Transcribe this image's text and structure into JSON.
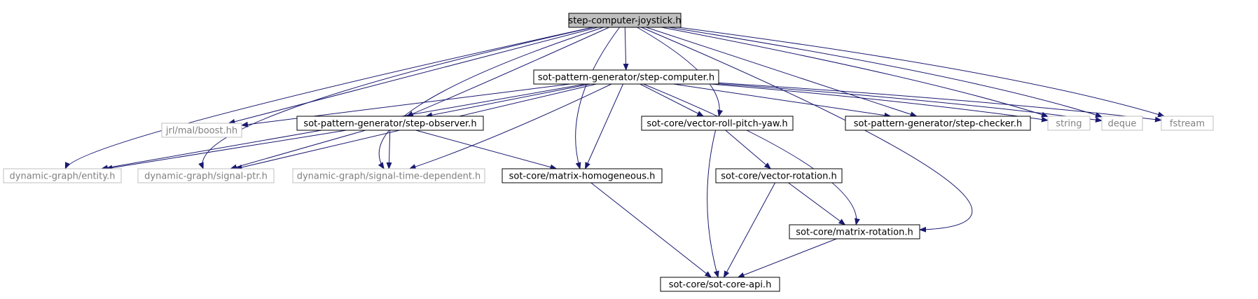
{
  "colors": {
    "edge": "#191970",
    "node_border_dark": "#000000",
    "node_border_light": "#bfbfbf",
    "node_text_light": "#808080",
    "root_fill": "#bfbfbf",
    "node_fill": "#ffffff"
  },
  "nodes": [
    {
      "id": "root",
      "label": "step-computer-joystick.h",
      "style": "root"
    },
    {
      "id": "stepcomputer",
      "label": "sot-pattern-generator/step-computer.h",
      "style": "dark"
    },
    {
      "id": "boost",
      "label": "jrl/mal/boost.hh",
      "style": "light"
    },
    {
      "id": "stepobserver",
      "label": "sot-pattern-generator/step-observer.h",
      "style": "dark"
    },
    {
      "id": "vrpy",
      "label": "sot-core/vector-roll-pitch-yaw.h",
      "style": "dark"
    },
    {
      "id": "stepchecker",
      "label": "sot-pattern-generator/step-checker.h",
      "style": "dark"
    },
    {
      "id": "string",
      "label": "string",
      "style": "light"
    },
    {
      "id": "deque",
      "label": "deque",
      "style": "light"
    },
    {
      "id": "fstream",
      "label": "fstream",
      "style": "light"
    },
    {
      "id": "entity",
      "label": "dynamic-graph/entity.h",
      "style": "light"
    },
    {
      "id": "signalptr",
      "label": "dynamic-graph/signal-ptr.h",
      "style": "light"
    },
    {
      "id": "signaltime",
      "label": "dynamic-graph/signal-time-dependent.h",
      "style": "light"
    },
    {
      "id": "mathomog",
      "label": "sot-core/matrix-homogeneous.h",
      "style": "dark"
    },
    {
      "id": "vrot",
      "label": "sot-core/vector-rotation.h",
      "style": "dark"
    },
    {
      "id": "matrot",
      "label": "sot-core/matrix-rotation.h",
      "style": "dark"
    },
    {
      "id": "api",
      "label": "sot-core/sot-core-api.h",
      "style": "dark"
    }
  ],
  "edges": [
    {
      "from": "root",
      "to": "stepcomputer"
    },
    {
      "from": "root",
      "to": "boost"
    },
    {
      "from": "root",
      "to": "stepobserver"
    },
    {
      "from": "root",
      "to": "vrpy"
    },
    {
      "from": "root",
      "to": "stepchecker"
    },
    {
      "from": "root",
      "to": "string"
    },
    {
      "from": "root",
      "to": "deque"
    },
    {
      "from": "root",
      "to": "fstream"
    },
    {
      "from": "root",
      "to": "entity"
    },
    {
      "from": "root",
      "to": "signalptr"
    },
    {
      "from": "root",
      "to": "signaltime"
    },
    {
      "from": "root",
      "to": "mathomog"
    },
    {
      "from": "root",
      "to": "matrot"
    },
    {
      "from": "stepcomputer",
      "to": "boost"
    },
    {
      "from": "stepcomputer",
      "to": "stepobserver"
    },
    {
      "from": "stepcomputer",
      "to": "vrpy"
    },
    {
      "from": "stepcomputer",
      "to": "stepchecker"
    },
    {
      "from": "stepcomputer",
      "to": "string"
    },
    {
      "from": "stepcomputer",
      "to": "deque"
    },
    {
      "from": "stepcomputer",
      "to": "fstream"
    },
    {
      "from": "stepcomputer",
      "to": "entity"
    },
    {
      "from": "stepcomputer",
      "to": "signalptr"
    },
    {
      "from": "stepcomputer",
      "to": "signaltime"
    },
    {
      "from": "stepcomputer",
      "to": "mathomog"
    },
    {
      "from": "stepcomputer",
      "to": "matrot"
    },
    {
      "from": "stepobserver",
      "to": "entity"
    },
    {
      "from": "stepobserver",
      "to": "signalptr"
    },
    {
      "from": "stepobserver",
      "to": "signaltime"
    },
    {
      "from": "stepobserver",
      "to": "mathomog"
    },
    {
      "from": "vrpy",
      "to": "vrot"
    },
    {
      "from": "vrpy",
      "to": "api"
    },
    {
      "from": "vrot",
      "to": "matrot"
    },
    {
      "from": "vrot",
      "to": "api"
    },
    {
      "from": "matrot",
      "to": "api"
    },
    {
      "from": "mathomog",
      "to": "api"
    }
  ]
}
